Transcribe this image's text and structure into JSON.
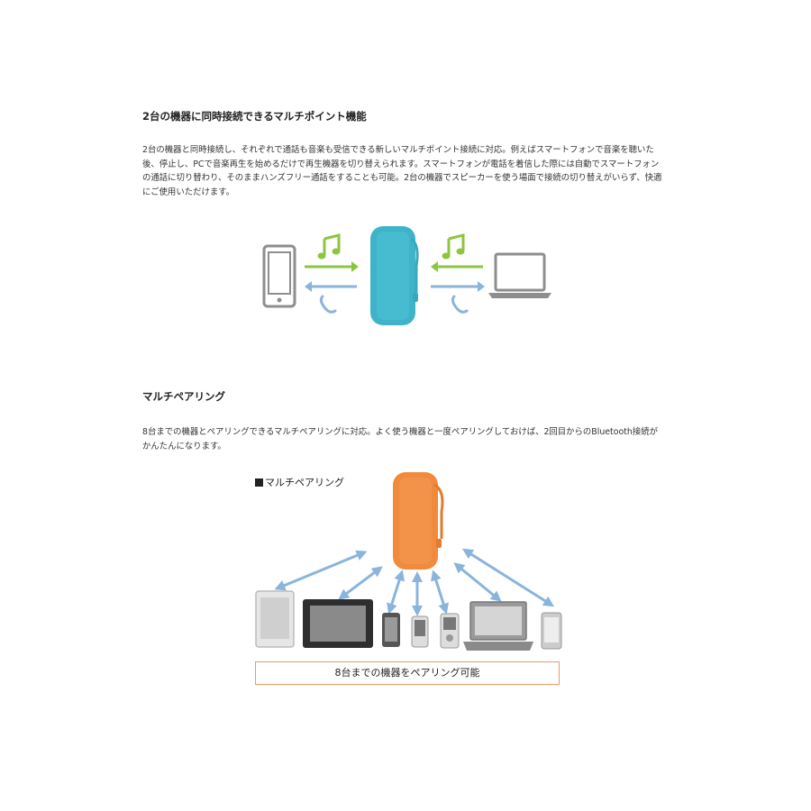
{
  "section1": {
    "heading": "2台の機器に同時接続できるマルチポイント機能",
    "lines": [
      "2台の機器と同時接続し、それぞれで通話も音楽も受信できる新しいマルチポイント接続に対応。例えばスマートフォンで音楽を聴いた",
      "後、停止し、PCで音楽再生を始めるだけで再生機器を切り替えられます。スマートフォンが電話を着信した際には自動でスマートフォン",
      "の通話に切り替わり、そのままハンズフリー通話をすることも可能。2台の機器でスピーカーを使う場面で接続の切り替えがいらず、快適",
      "にご使用いただけます。"
    ]
  },
  "section2": {
    "heading": "マルチペアリング",
    "lines": [
      "8台までの機器とペアリングできるマルチペアリングに対応。よく使う機器と一度ペアリングしておけば、2回目からのBluetooth接続が",
      "かんたんになります。"
    ],
    "diagram_label": "マルチペアリング",
    "caption": "8台までの機器をペアリング可能"
  },
  "colors": {
    "speaker_teal": "#3fb3c8",
    "speaker_orange": "#f08a3c",
    "music_arrow_green": "#8cc63f",
    "call_arrow_blue": "#8ab4dc",
    "device_gray": "#8e8e8e",
    "caption_border": "#ee9a62"
  },
  "icons": [
    "smartphone-icon",
    "music-note-icon",
    "phone-handset-icon",
    "laptop-icon",
    "tablet-icon",
    "portable-media-player-icon",
    "feature-phone-icon"
  ]
}
